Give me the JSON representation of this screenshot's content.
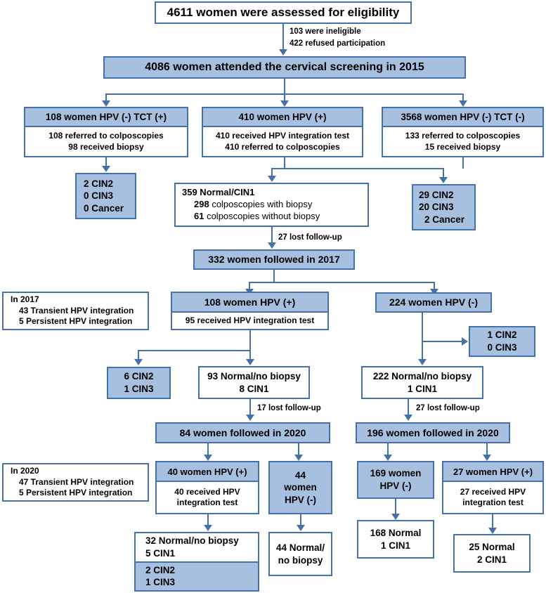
{
  "figure": {
    "type": "flowchart",
    "title": "Cervical screening cohort flow diagram (2015-2020)"
  },
  "nodes": {
    "assessed": {
      "line1": "4611 women were assessed for eligibility"
    },
    "attended": {
      "line1": "4086 women attended the cervical screening in 2015"
    },
    "hpvneg_tctpos": {
      "header": "108 women HPV (-) TCT (+)",
      "line1": "108 referred to colposcopies",
      "line2": "98 received biopsy"
    },
    "hpvpos_2015": {
      "header": "410 women HPV (+)",
      "line1": "410 received HPV integration test",
      "line2": "410 referred to colposcopies"
    },
    "hpvneg_tctneg": {
      "header": "3568 women HPV (-) TCT (-)",
      "line1": "133 referred to colposcopies",
      "line2": "15 received biopsy"
    },
    "cin_left_2015": {
      "line1": "2 CIN2",
      "line2": "0 CIN3",
      "line3": "0 Cancer"
    },
    "normal_cin1_359": {
      "line1": "359 Normal/CIN1",
      "line2_num": "298",
      "line2_txt": " colposcopies with biopsy",
      "line3_num": "61",
      "line3_txt": " colposcopies without biopsy"
    },
    "cin_right_2015": {
      "line1": "29 CIN2",
      "line2": "20 CIN3",
      "line3": "2 Cancer"
    },
    "followed_2017": {
      "line1": "332 women followed in 2017"
    },
    "in2017_note": {
      "line1": "In 2017",
      "line2": "43 Transient HPV integration",
      "line3": "5 Persistent HPV integration"
    },
    "hpvpos_2017": {
      "header": "108 women HPV (+)",
      "line1": "95 received HPV integration test"
    },
    "hpvneg_2017": {
      "header": "224 women HPV (-)"
    },
    "cin_1_0": {
      "line1": "1 CIN2",
      "line2": "0 CIN3"
    },
    "cin_6_1": {
      "line1": "6 CIN2",
      "line2": "1 CIN3"
    },
    "normal_93": {
      "line1": "93 Normal/no biopsy",
      "line2": "8 CIN1"
    },
    "normal_222": {
      "line1": "222 Normal/no biopsy",
      "line2": "1 CIN1"
    },
    "followed_2020_84": {
      "line1": "84 women followed in 2020"
    },
    "followed_2020_196": {
      "line1": "196 women followed in 2020"
    },
    "in2020_note": {
      "line1": "In 2020",
      "line2": "47 Transient HPV integration",
      "line3": "5 Persistent HPV integration"
    },
    "hpvpos_40": {
      "header": "40 women HPV (+)",
      "line1": "40 received HPV",
      "line2": "integration test"
    },
    "hpvneg_44": {
      "line1": "44",
      "line2": "women",
      "line3": "HPV (-)"
    },
    "hpvneg_169": {
      "line1": "169 women",
      "line2": "HPV  (-)"
    },
    "hpvpos_27": {
      "header": "27 women HPV (+)",
      "line1": "27 received HPV",
      "line2": "integration test"
    },
    "normal_32": {
      "line1": "32 Normal/no biopsy",
      "line2": "5 CIN1",
      "line3": "2 CIN2",
      "line4": "1 CIN3"
    },
    "normal_44": {
      "line1": "44 Normal/",
      "line2": "no biopsy"
    },
    "normal_168": {
      "line1": "168 Normal",
      "line2": "1 CIN1"
    },
    "normal_25": {
      "line1": "25 Normal",
      "line2": "2 CIN1"
    }
  },
  "edge_labels": {
    "ineligible": "103 were ineligible",
    "refused": "422 refused participation",
    "lost27_a": "27 lost follow-up",
    "lost17": "17 lost follow-up",
    "lost27_b": "27 lost follow-up"
  },
  "colors": {
    "border": "#4472a8",
    "fill": "#a8c0e0",
    "white": "#ffffff",
    "text": "#000000"
  }
}
